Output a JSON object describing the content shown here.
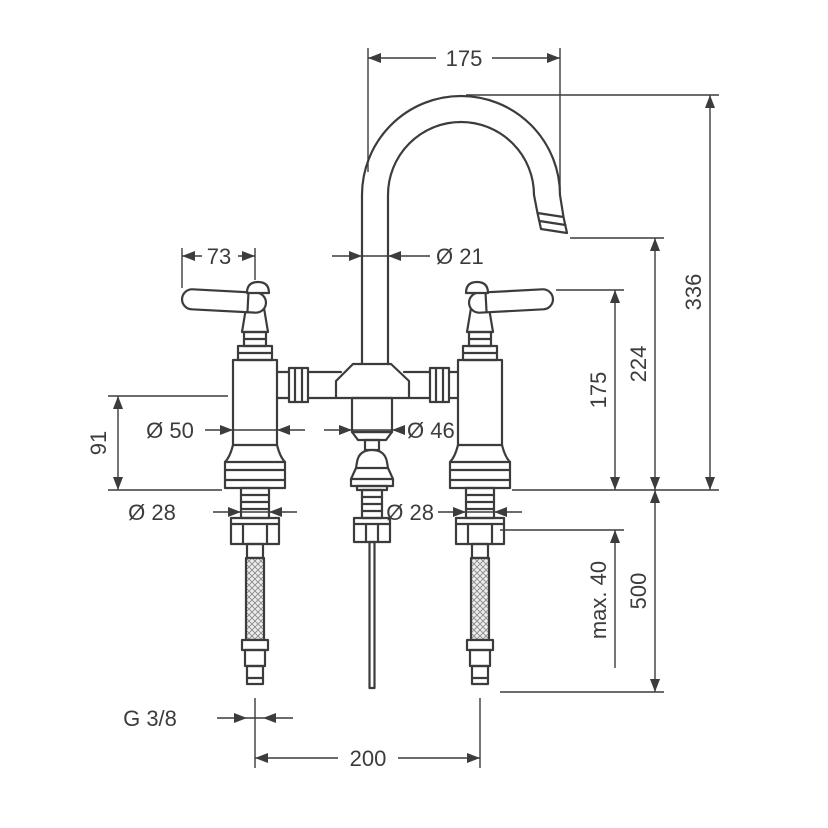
{
  "diagram": {
    "background_color": "#ffffff",
    "line_color": "#3c3c3c",
    "labels": {
      "spout_reach": "175",
      "spout_diameter": "Ø 21",
      "handle_width": "73",
      "total_height": "336",
      "outlet_height": "224",
      "handle_height": "175",
      "body_height": "91",
      "valve_diameter": "Ø 50",
      "center_diameter": "Ø 46",
      "left_shank_diameter": "Ø 28",
      "right_shank_diameter": "Ø 28",
      "max_counter_thickness": "max. 40",
      "hose_length": "500",
      "thread_size": "G 3/8",
      "hole_distance": "200"
    }
  }
}
